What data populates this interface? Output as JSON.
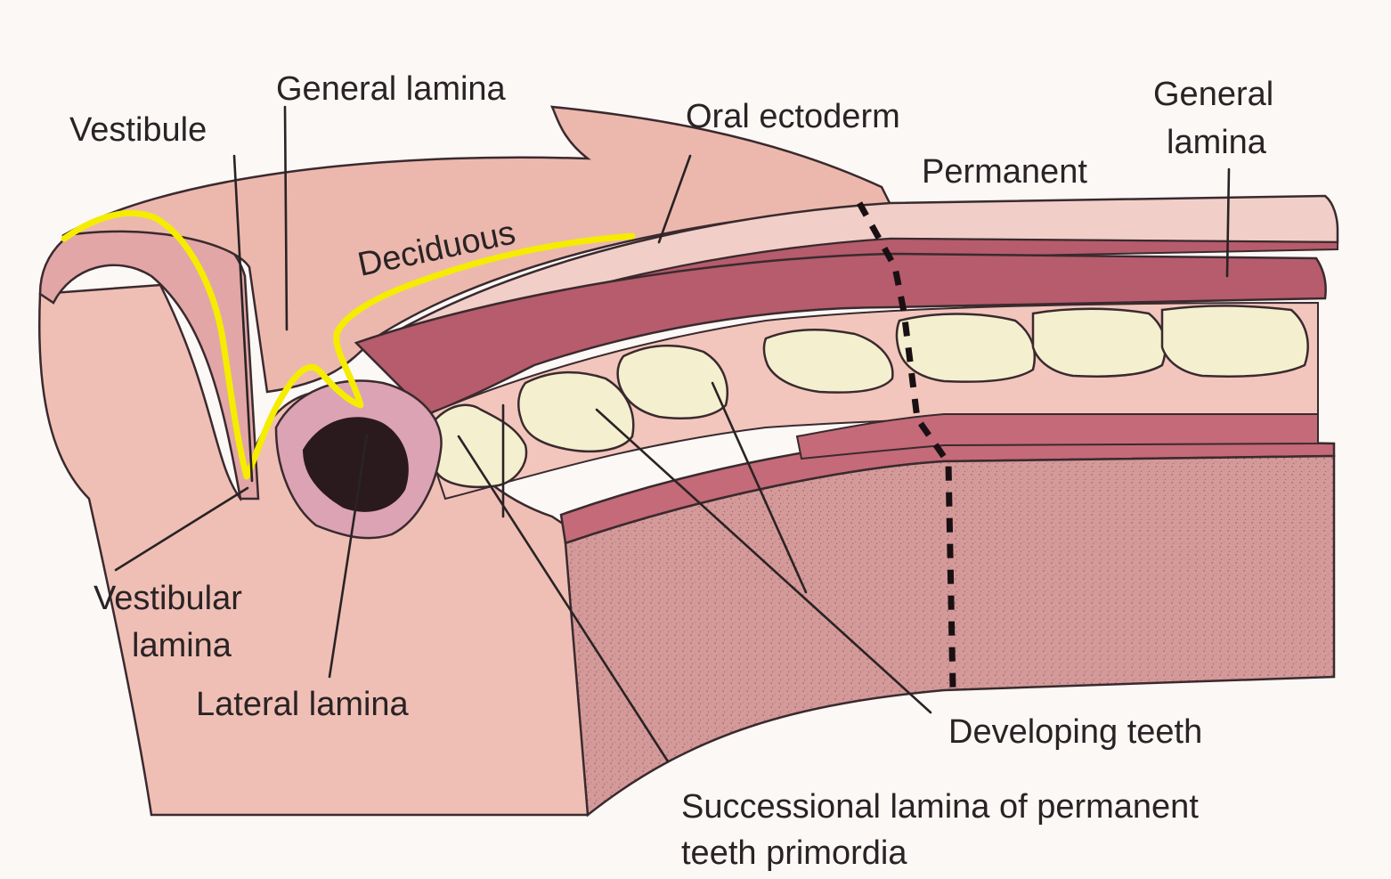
{
  "diagram": {
    "labels": {
      "vestibule": "Vestibule",
      "general_lamina_top": "General lamina",
      "oral_ectoderm": "Oral ectoderm",
      "general_lamina_right_1": "General",
      "general_lamina_right_2": "lamina",
      "permanent": "Permanent",
      "deciduous": "Deciduous",
      "vestibular_lamina_1": "Vestibular",
      "vestibular_lamina_2": "lamina",
      "lateral_lamina": "Lateral lamina",
      "developing_teeth": "Developing teeth",
      "successional_lamina_1": "Successional lamina of permanent",
      "successional_lamina_2": "teeth primordia"
    },
    "colors": {
      "tissue_light": "#efbfb5",
      "tissue_mid": "#e2a6a6",
      "lamina_dark": "#b65c6c",
      "lamina_darker": "#8e3a4a",
      "tooth": "#f4efcf",
      "outline": "#3a2a2e",
      "highlight": "#f5ec00",
      "text": "#2a2325"
    }
  }
}
